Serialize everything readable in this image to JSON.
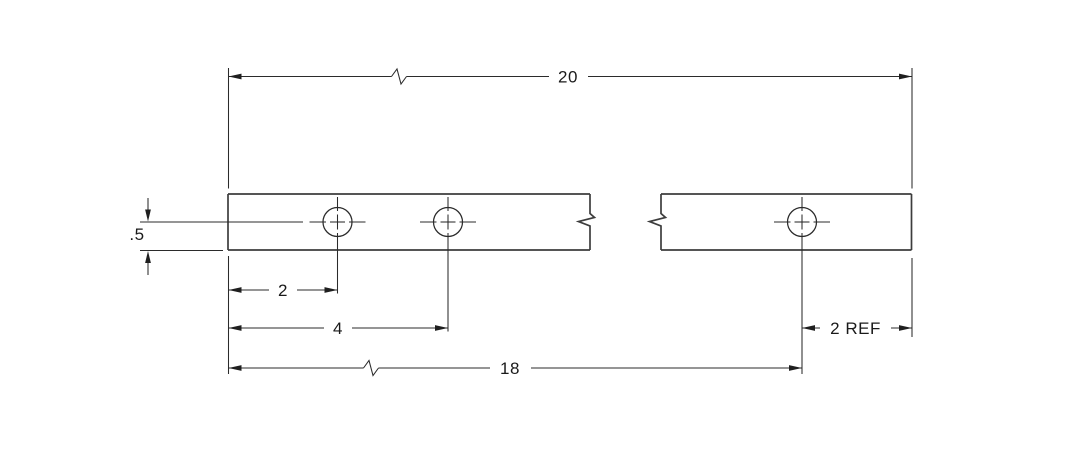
{
  "drawing": {
    "type": "engineering-dimension-drawing",
    "background_color": "#ffffff",
    "line_color": "#2b2b2b",
    "text_color": "#1a1a1a",
    "part": {
      "shape": "flat bar shown with break lines (two sections)",
      "holes_visible": 3
    },
    "dimensions": {
      "overall_length": {
        "label": "20",
        "value": 20,
        "orientation": "horizontal"
      },
      "hole_centerline_to_bottom_edge": {
        "label": ".5",
        "value": 0.5,
        "orientation": "vertical"
      },
      "left_edge_to_hole_1": {
        "label": "2",
        "value": 2,
        "orientation": "horizontal"
      },
      "left_edge_to_hole_2": {
        "label": "4",
        "value": 4,
        "orientation": "horizontal"
      },
      "hole_3_to_right_edge": {
        "label": "2 REF",
        "value": 2,
        "orientation": "horizontal",
        "reference": true
      },
      "left_edge_to_hole_3": {
        "label": "18",
        "value": 18,
        "orientation": "horizontal"
      }
    }
  }
}
